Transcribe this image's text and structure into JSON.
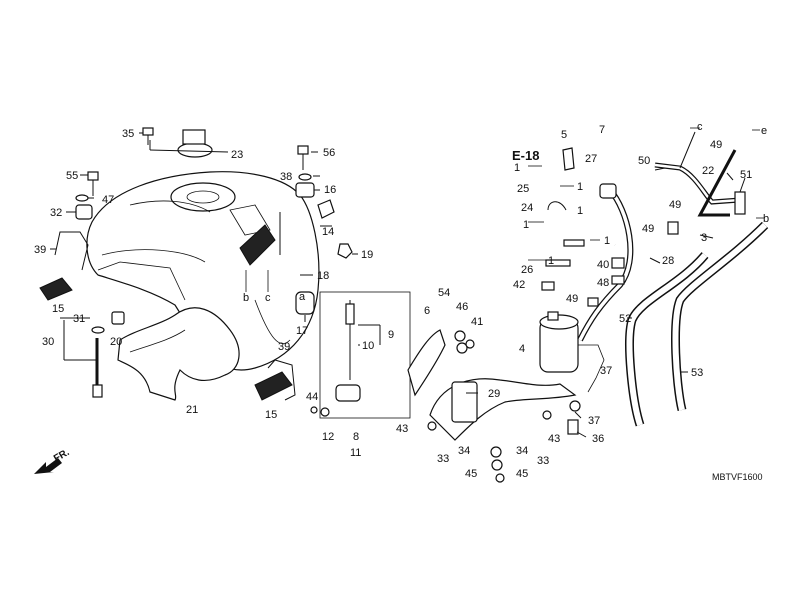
{
  "ref_code": "E-18",
  "catalog_code": "MBTVF1600",
  "front_label": "FR.",
  "markers": {
    "a": "a",
    "b": "b",
    "c": "c",
    "e": "e"
  },
  "labels": {
    "p1": "1",
    "p3": "3",
    "p4": "4",
    "p5": "5",
    "p6": "6",
    "p7": "7",
    "p8": "8",
    "p9": "9",
    "p10": "10",
    "p11": "11",
    "p12": "12",
    "p14": "14",
    "p15": "15",
    "p16": "16",
    "p17": "17",
    "p18": "18",
    "p19": "19",
    "p20": "20",
    "p21": "21",
    "p22": "22",
    "p23": "23",
    "p24": "24",
    "p25": "25",
    "p26": "26",
    "p27": "27",
    "p28": "28",
    "p29": "29",
    "p30": "30",
    "p31": "31",
    "p32": "32",
    "p33": "33",
    "p34": "34",
    "p35": "35",
    "p36": "36",
    "p37": "37",
    "p38": "38",
    "p39": "39",
    "p40": "40",
    "p41": "41",
    "p42": "42",
    "p43": "43",
    "p44": "44",
    "p45": "45",
    "p46": "46",
    "p47": "47",
    "p48": "48",
    "p49": "49",
    "p50": "50",
    "p51": "51",
    "p52": "52",
    "p53": "53",
    "p54": "54",
    "p55": "55",
    "p56": "56"
  }
}
